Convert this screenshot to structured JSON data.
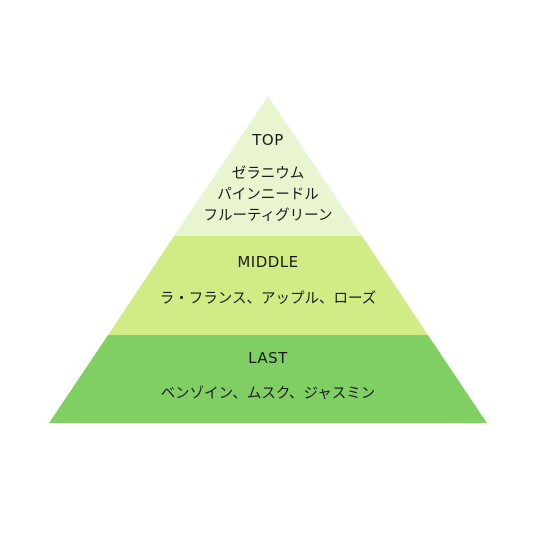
{
  "colors": {
    "top": "#e8f5cf",
    "middle": "#d1ec84",
    "last": "#80cf63",
    "text": "#1a1a1a",
    "background": "#ffffff"
  },
  "tiers": {
    "top": {
      "title": "TOP",
      "notes": [
        "ゼラニウム",
        "パインニードル",
        "フルーティグリーン"
      ]
    },
    "middle": {
      "title": "MIDDLE",
      "notes": [
        "ラ・フランス、アップル、ローズ"
      ]
    },
    "last": {
      "title": "LAST",
      "notes": [
        "ベンゾイン、ムスク、ジャスミン"
      ]
    }
  }
}
